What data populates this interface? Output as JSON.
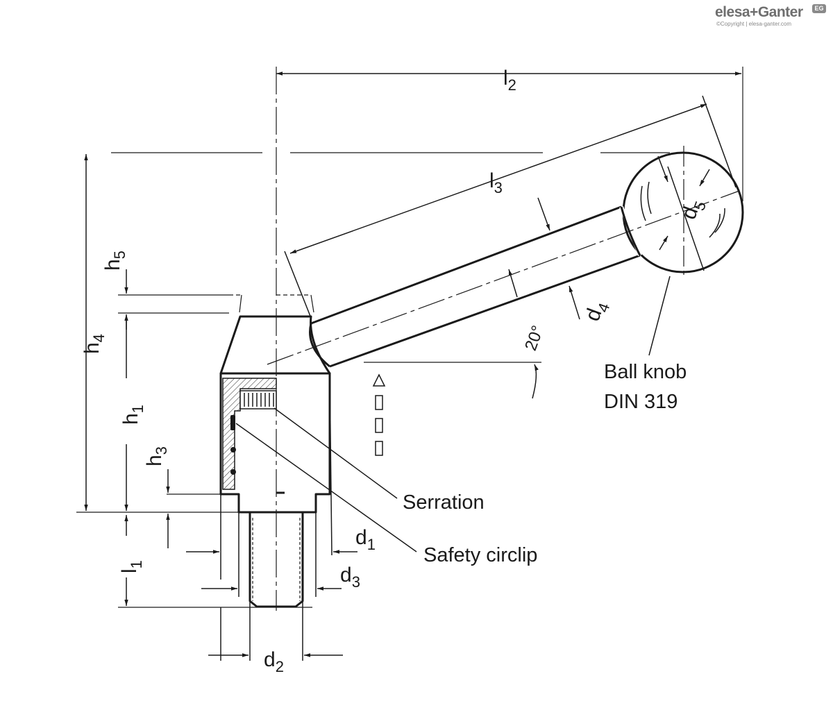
{
  "brand": {
    "name": "elesa+Ganter",
    "badge": "EG",
    "copyright": "©Copyright | elesa-ganter.com"
  },
  "dimensions": {
    "l2": {
      "main": "l",
      "sub": "2"
    },
    "l3": {
      "main": "l",
      "sub": "3"
    },
    "d5": {
      "main": "d",
      "sub": "5"
    },
    "d4": {
      "main": "d",
      "sub": "4"
    },
    "h5": {
      "main": "h",
      "sub": "5"
    },
    "h4": {
      "main": "h",
      "sub": "4"
    },
    "h1": {
      "main": "h",
      "sub": "1"
    },
    "h3": {
      "main": "h",
      "sub": "3"
    },
    "l1": {
      "main": "l",
      "sub": "1"
    },
    "d1": {
      "main": "d",
      "sub": "1"
    },
    "d3": {
      "main": "d",
      "sub": "3"
    },
    "d2": {
      "main": "d",
      "sub": "2"
    }
  },
  "angle": "20°",
  "callouts": {
    "ball_knob_line1": "Ball knob",
    "ball_knob_line2": "DIN 319",
    "serration": "Serration",
    "safety_circlip": "Safety circlip"
  }
}
